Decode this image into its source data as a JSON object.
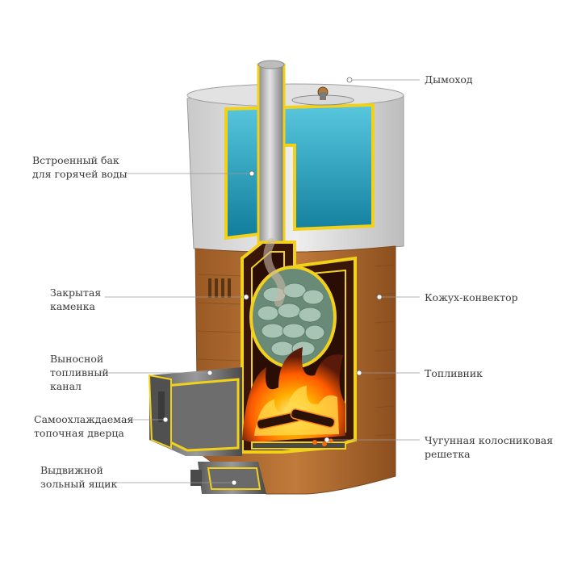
{
  "diagram": {
    "labels": {
      "chimney": {
        "lines": [
          "Дымоход"
        ]
      },
      "water_tank": {
        "lines": [
          "Встроенный бак",
          "для горячей воды"
        ]
      },
      "closed_heater": {
        "lines": [
          "Закрытая",
          "каменка"
        ]
      },
      "casing_convector": {
        "lines": [
          "Кожух-конвектор"
        ]
      },
      "fuel_channel": {
        "lines": [
          "Выносной",
          "топливный",
          "канал"
        ]
      },
      "firebox": {
        "lines": [
          "Топливник"
        ]
      },
      "firebox_door": {
        "lines": [
          "Самоохлаждаемая",
          "топочная дверца"
        ]
      },
      "grate": {
        "lines": [
          "Чугунная колосниковая",
          "решетка"
        ]
      },
      "ash_drawer": {
        "lines": [
          "Выдвижной",
          "зольный ящик"
        ]
      }
    },
    "colors": {
      "outline": "#f2d11a",
      "steel": "#8a8a8a",
      "water": "#2aa7c4",
      "brick": "#a8642c",
      "fire": "#ff7a00",
      "leader": "#9a9a9a"
    }
  }
}
